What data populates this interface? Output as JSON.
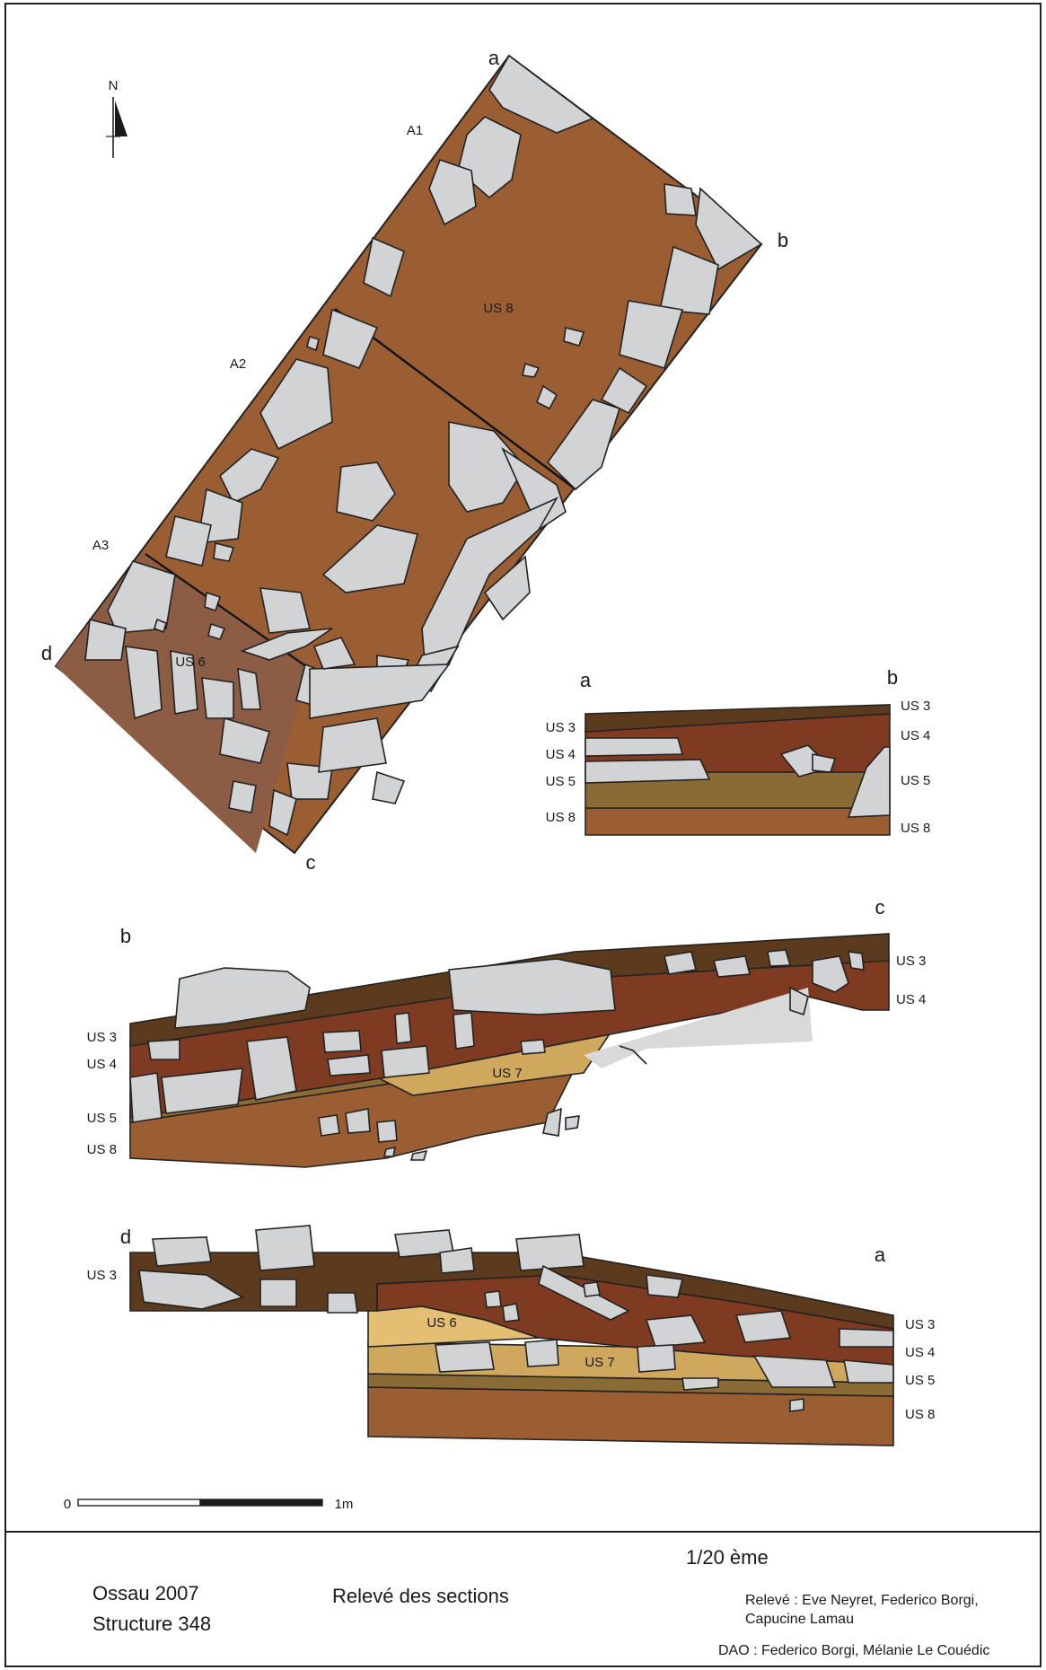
{
  "north": "N",
  "plan": {
    "corners": [
      "a",
      "b",
      "c",
      "d"
    ],
    "sectors": [
      "A1",
      "A2",
      "A3"
    ],
    "units": [
      "US 8",
      "US 6"
    ]
  },
  "section_ab": {
    "ends": [
      "a",
      "b"
    ],
    "left_labels": [
      "US 3",
      "US 4",
      "US 5",
      "US 8"
    ],
    "right_labels": [
      "US 3",
      "US 4",
      "US 5",
      "US 8"
    ]
  },
  "section_bc": {
    "ends": [
      "b",
      "c"
    ],
    "left_labels": [
      "US 3",
      "US 4",
      "US 5",
      "US 8"
    ],
    "right_labels": [
      "US 3",
      "US 4"
    ],
    "inner_labels": [
      "US 7"
    ]
  },
  "section_da": {
    "ends": [
      "d",
      "a"
    ],
    "left_labels": [
      "US 3"
    ],
    "right_labels": [
      "US 3",
      "US 4",
      "US 5",
      "US 8"
    ],
    "inner_labels": [
      "US 6",
      "US 7"
    ]
  },
  "scale_bar": {
    "start": "0",
    "end": "1m"
  },
  "footer": {
    "scale": "1/20 ème",
    "site": "Ossau 2007",
    "structure": "Structure 348",
    "title": "Relevé des sections",
    "releve_line1": "Relevé : Eve Neyret, Federico Borgi,",
    "releve_line2": "Capucine Lamau",
    "dao": "DAO : Federico Borgi, Mélanie Le Couédic"
  },
  "colors": {
    "us3": "#5c3a1e",
    "us4": "#7f3a22",
    "us5": "#8a6a35",
    "us6": "#e4bf73",
    "us7": "#cfa75d",
    "us8": "#9b5e32",
    "us6_plan": "#8c5c44",
    "stone": "#d1d3d4"
  }
}
